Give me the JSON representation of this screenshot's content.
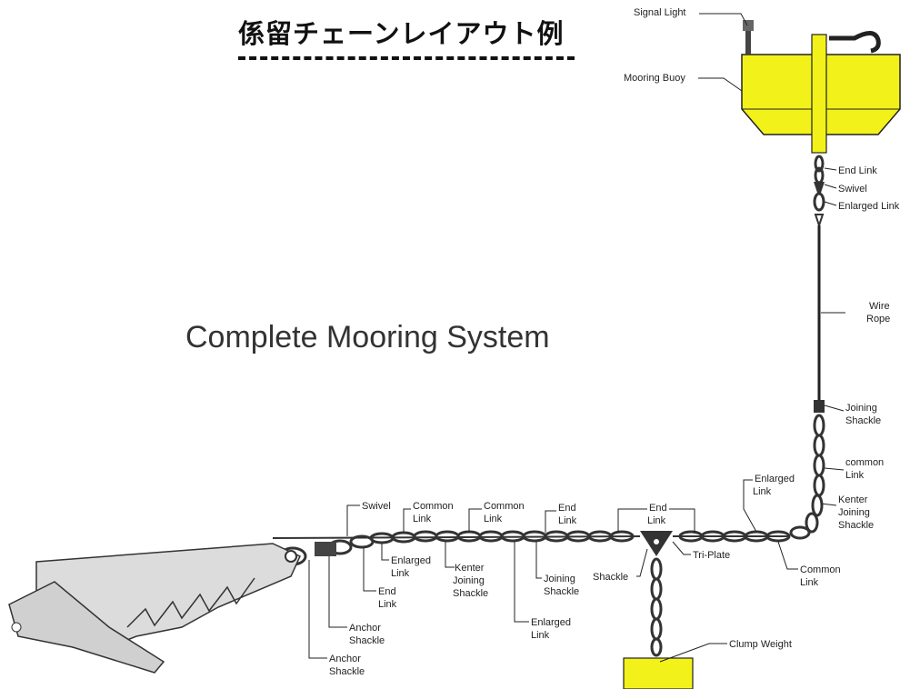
{
  "titles": {
    "japanese": "係留チェーンレイアウト例",
    "main": "Complete Mooring System"
  },
  "labels": {
    "signal_light": "Signal Light",
    "mooring_buoy": "Mooring Buoy",
    "end_link": [
      "End Link"
    ],
    "swivel_top": "Swivel",
    "enlarged_link_top": "Enlarged Link",
    "wire_rope": [
      "Wire",
      "Rope"
    ],
    "joining_shackle_top": [
      "Joining",
      "Shackle"
    ],
    "common_link_right": [
      "common",
      "Link"
    ],
    "enlarged_link_right": [
      "Enlarged",
      "Link"
    ],
    "kenter_right": [
      "Kenter",
      "Joining",
      "Shackle"
    ],
    "common_link_lower_right": [
      "Common",
      "Link"
    ],
    "tri_plate": "Tri-Plate",
    "shackle_center": "Shackle",
    "end_link_center": [
      "End",
      "Link"
    ],
    "clump_weight": "Clump Weight",
    "end_link_mid": [
      "End",
      "Link"
    ],
    "joining_shackle_mid": [
      "Joining",
      "Shackle"
    ],
    "enlarged_link_low": [
      "Enlarged",
      "Link"
    ],
    "common_link_mid": [
      "Common",
      "Link"
    ],
    "kenter_mid": [
      "Kenter",
      "Joining",
      "Shackle"
    ],
    "swivel_left": "Swivel",
    "common_link_left": [
      "Common",
      "Link"
    ],
    "enlarged_link_left": [
      "Enlarged",
      "Link"
    ],
    "end_link_left": [
      "End",
      "Link"
    ],
    "anchor_shackle_1": [
      "Anchor",
      "Shackle"
    ],
    "anchor_shackle_2": [
      "Anchor",
      "Shackle"
    ]
  },
  "colors": {
    "buoy": "#f2f21a",
    "clump": "#f2f21a",
    "anchor": "#d9d9d9",
    "chain": "#333333"
  }
}
